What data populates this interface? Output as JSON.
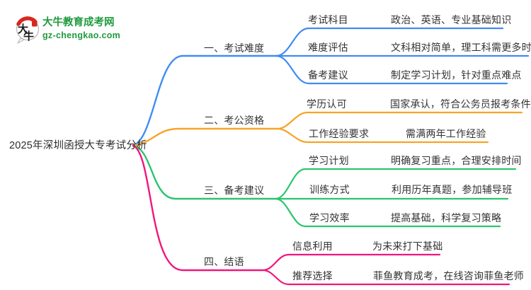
{
  "logo": {
    "mark_char_top": "大",
    "mark_char_bottom": "牛",
    "site_name": "大牛教育成考网",
    "site_domain": "gz-chengkao.com",
    "brand_color": "#1f9a3d",
    "accent_red": "#d7281f"
  },
  "mindmap": {
    "root_label": "2025年深圳函授大专考试分析",
    "branches": [
      {
        "label": "一、考试难度",
        "color": "#3f8cf3",
        "children": [
          {
            "label": "考试科目",
            "value": "政治、英语、专业基础知识"
          },
          {
            "label": "难度评估",
            "value": "文科相对简单，理工科需更多时间"
          },
          {
            "label": "备考建议",
            "value": "制定学习计划，针对重点难点"
          }
        ]
      },
      {
        "label": "二、考公资格",
        "color": "#f7a426",
        "children": [
          {
            "label": "学历认可",
            "value": "国家承认，符合公务员报考条件"
          },
          {
            "label": "工作经验要求",
            "value": "需满两年工作经验"
          }
        ]
      },
      {
        "label": "三、备考建议",
        "color": "#2cc46e",
        "children": [
          {
            "label": "学习计划",
            "value": "明确复习重点，合理安排时间"
          },
          {
            "label": "训练方式",
            "value": "利用历年真题，参加辅导班"
          },
          {
            "label": "学习效率",
            "value": "提高基础，科学复习策略"
          }
        ]
      },
      {
        "label": "四、结语",
        "color": "#f0177c",
        "children": [
          {
            "label": "信息利用",
            "value": "为未来打下基础"
          },
          {
            "label": "推荐选择",
            "value": "菲鱼教育成考，在线咨询菲鱼老师"
          }
        ]
      }
    ]
  }
}
